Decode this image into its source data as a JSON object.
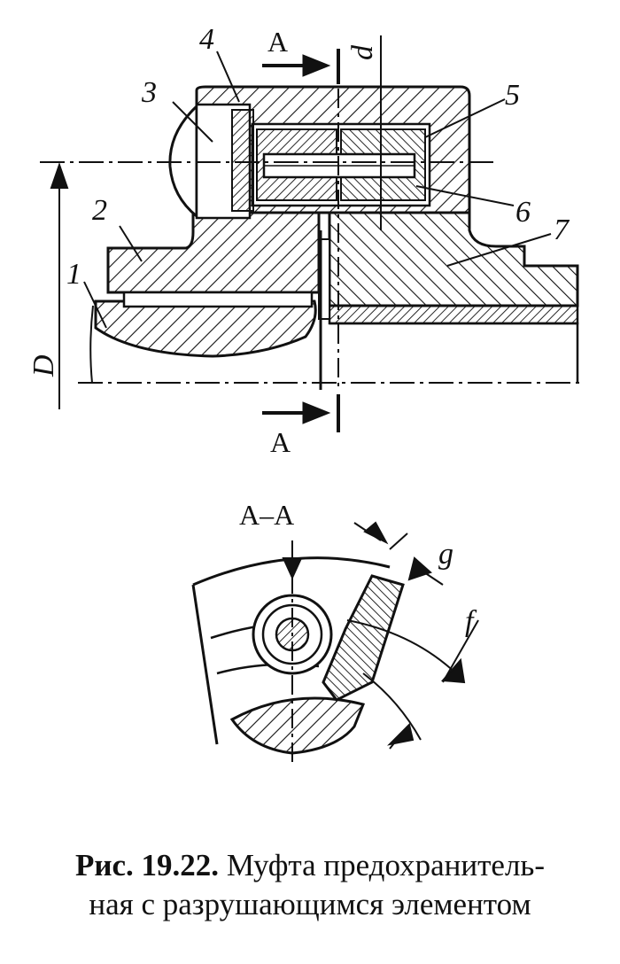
{
  "labels": {
    "n1": "1",
    "n2": "2",
    "n3": "3",
    "n4": "4",
    "n5": "5",
    "n6": "6",
    "n7": "7",
    "section_top": "A",
    "section_bottom": "A",
    "section_view": "A–A",
    "dim_D": "D",
    "dim_d": "d",
    "dim_g": "g",
    "dim_f": "f"
  },
  "caption": {
    "number": "Рис. 19.22.",
    "line1": "Муфта предохранитель-",
    "line2": "ная с разрушающимся элементом"
  }
}
